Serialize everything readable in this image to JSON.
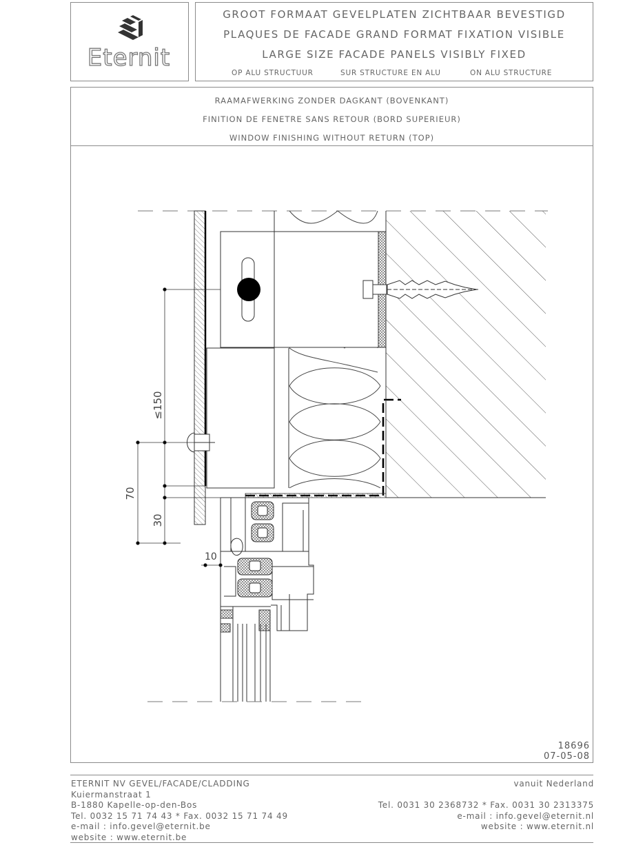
{
  "logo": {
    "brand": "Eternit"
  },
  "header": {
    "title_nl": "GROOT FORMAAT GEVELPLATEN ZICHTBAAR BEVESTIGD",
    "title_fr": "PLAQUES DE FACADE GRAND FORMAT FIXATION VISIBLE",
    "title_en": "LARGE SIZE FACADE PANELS VISIBLY FIXED",
    "structure": [
      "OP ALU STRUCTUUR",
      "SUR STRUCTURE EN ALU",
      "ON ALU STRUCTURE"
    ]
  },
  "subtitle": {
    "nl": "RAAMAFWERKING ZONDER DAGKANT (BOVENKANT)",
    "fr": "FINITION DE FENETRE SANS RETOUR (BORD SUPERIEUR)",
    "en": "WINDOW FINISHING WITHOUT RETURN (TOP)"
  },
  "drawing": {
    "dimensions": [
      "≤150",
      "70",
      "30",
      "10"
    ],
    "reference": "18696",
    "date": "07-05-08"
  },
  "footer": {
    "left": [
      "ETERNIT NV   GEVEL/FACADE/CLADDING",
      "Kuiermanstraat  1",
      "B-1880  Kapelle-op-den-Bos",
      "Tel.  0032  15  71  74  43  *  Fax.  0032  15  71  74  49",
      "e-mail  :  info.gevel@eternit.be",
      "website  :  www.eternit.be"
    ],
    "right": [
      "vanuit  Nederland",
      "Tel.  0031  30  2368732  *  Fax.  0031  30  2313375",
      "e-mail  :  info.gevel@eternit.nl",
      "website  :  www.eternit.nl"
    ]
  }
}
